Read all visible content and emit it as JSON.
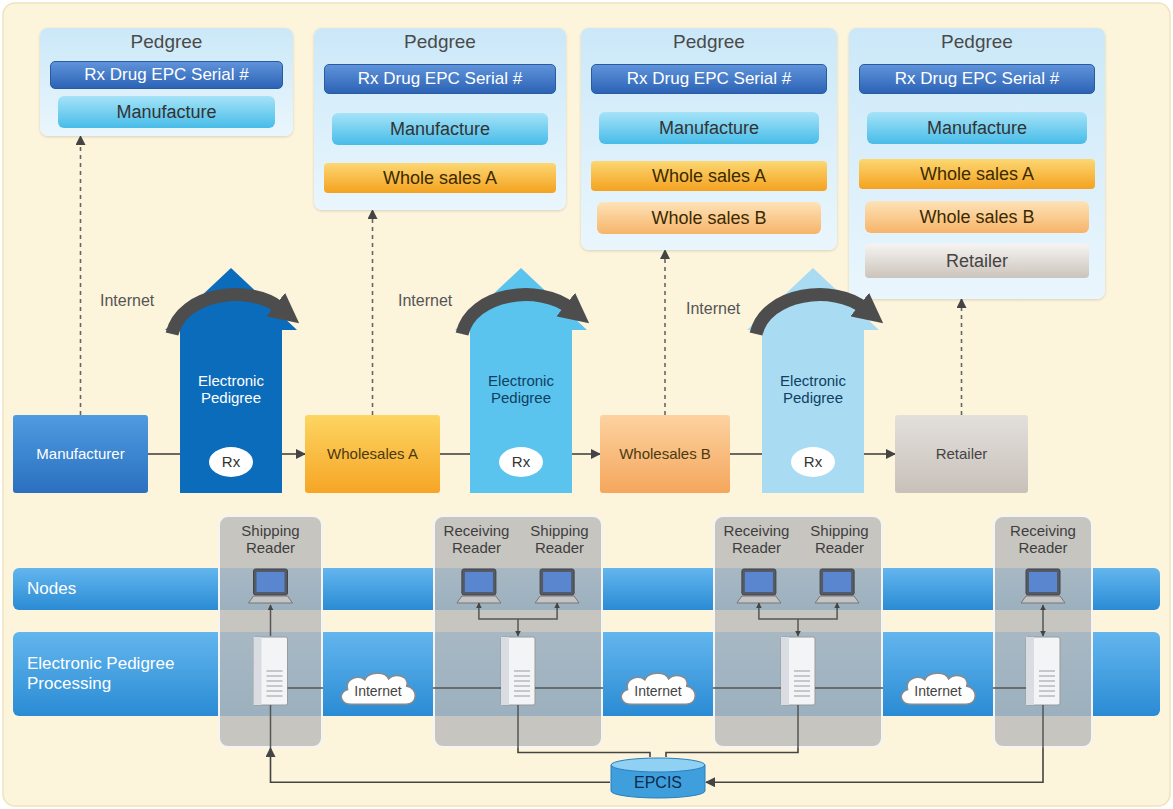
{
  "diagram": {
    "nodes": [
      {
        "text": [
          "Pedgree"
        ]
      },
      {
        "text": [
          "Rx Drug EPC Serial #"
        ],
        "in": 0
      },
      {
        "text": [
          "Manufacture"
        ],
        "in": 0
      },
      {
        "text": [
          "Pedgree"
        ]
      },
      {
        "text": [
          "Rx Drug EPC Serial #"
        ],
        "in": 3
      },
      {
        "text": [
          "Manufacture"
        ],
        "in": 3
      },
      {
        "text": [
          "Whole sales A"
        ],
        "in": 3
      },
      {
        "text": [
          "Pedgree"
        ]
      },
      {
        "text": [
          "Rx Drug EPC Serial #"
        ],
        "in": 7
      },
      {
        "text": [
          "Manufacture"
        ],
        "in": 7
      },
      {
        "text": [
          "Whole sales A"
        ],
        "in": 7
      },
      {
        "text": [
          "Whole sales B"
        ],
        "in": 7
      },
      {
        "text": [
          "Pedgree"
        ]
      },
      {
        "text": [
          "Rx Drug EPC Serial #"
        ],
        "in": 12
      },
      {
        "text": [
          "Manufacture"
        ],
        "in": 12
      },
      {
        "text": [
          "Whole sales A"
        ],
        "in": 12
      },
      {
        "text": [
          "Whole sales B"
        ],
        "in": 12
      },
      {
        "text": [
          "Retailer"
        ],
        "in": 12
      },
      {
        "text": [
          "Manufacturer"
        ]
      },
      {
        "text": [
          "Electronic Pedigree"
        ]
      },
      {
        "text": [
          "Rx"
        ],
        "in": 19
      },
      {
        "text": [
          "Wholesales A"
        ]
      },
      {
        "text": [
          "Electronic Pedigree"
        ]
      },
      {
        "text": [
          "Rx"
        ],
        "in": 22
      },
      {
        "text": [
          "Wholesales B"
        ]
      },
      {
        "text": [
          "Electronic Pedigree"
        ]
      },
      {
        "text": [
          "Rx"
        ],
        "in": 25
      },
      {
        "text": [
          "Retailer"
        ]
      },
      {
        "text": [
          "Nodes"
        ]
      },
      {
        "text": [
          "Electronic Pedigree Processing"
        ]
      },
      {
        "text": [
          "Shipping Reader"
        ]
      },
      {
        "text": [
          "Receiving Reader",
          "Shipping Reader"
        ]
      },
      {
        "text": [
          "Receiving Reader",
          "Shipping Reader"
        ]
      },
      {
        "text": [
          "Receiving Reader"
        ]
      },
      {
        "text": [
          "Internet"
        ]
      },
      {
        "text": [
          "Internet"
        ]
      },
      {
        "text": [
          "Internet"
        ]
      },
      {
        "text": [
          "EPCIS"
        ]
      }
    ],
    "edges": [
      {
        "from": 18,
        "to": 0,
        "arrow": "to"
      },
      {
        "from": 21,
        "to": 3,
        "arrow": "to"
      },
      {
        "from": 24,
        "to": 7,
        "arrow": "to"
      },
      {
        "from": 27,
        "to": 12,
        "arrow": "to"
      },
      {
        "from": 18,
        "to": 19,
        "arrow": "none"
      },
      {
        "from": 19,
        "to": 21,
        "arrow": "to"
      },
      {
        "from": 21,
        "to": 22,
        "arrow": "none"
      },
      {
        "from": 22,
        "to": 24,
        "arrow": "to"
      },
      {
        "from": 24,
        "to": 25,
        "arrow": "none"
      },
      {
        "from": 25,
        "to": 27,
        "arrow": "to"
      },
      {
        "from": 30,
        "to": 34,
        "arrow": "both"
      },
      {
        "from": 34,
        "to": 31,
        "arrow": "both"
      },
      {
        "from": 31,
        "to": 35,
        "arrow": "both"
      },
      {
        "from": 35,
        "to": 32,
        "arrow": "both"
      },
      {
        "from": 32,
        "to": 36,
        "arrow": "both"
      },
      {
        "from": 36,
        "to": 33,
        "arrow": "both"
      },
      {
        "from": 37,
        "to": 30,
        "arrow": "to"
      },
      {
        "from": 31,
        "to": 37,
        "arrow": "none"
      },
      {
        "from": 32,
        "to": 37,
        "arrow": "none"
      },
      {
        "from": 33,
        "to": 37,
        "arrow": "to"
      }
    ],
    "labels": [
      "Internet",
      "Internet",
      "Internet"
    ]
  }
}
